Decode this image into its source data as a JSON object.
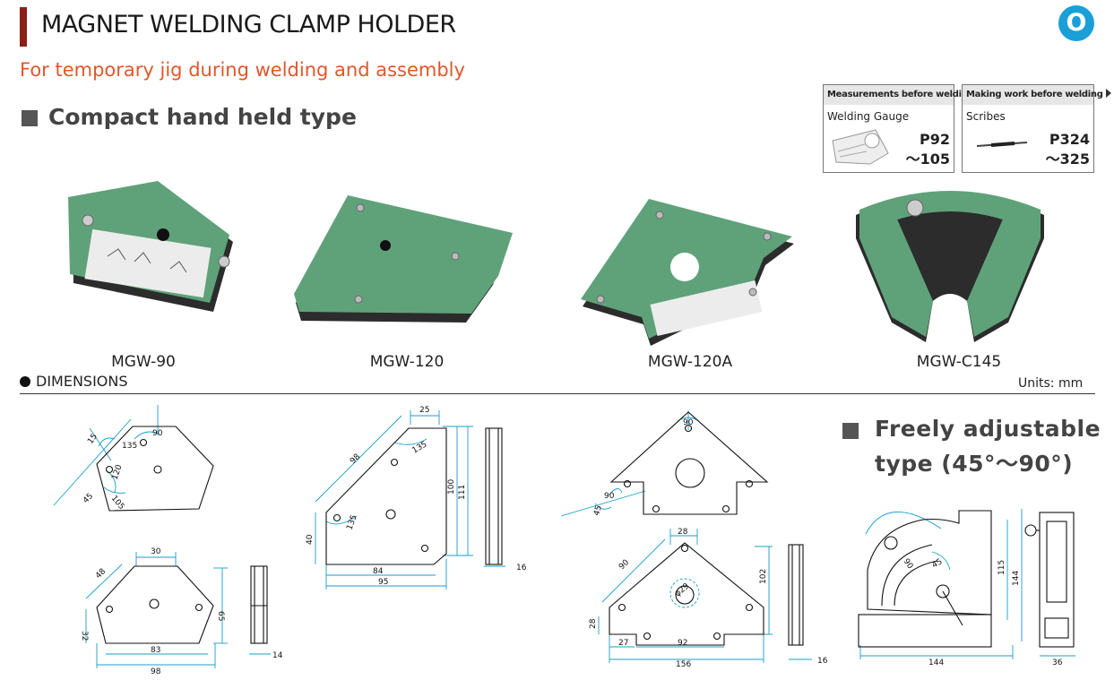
{
  "header": {
    "title": "MAGNET WELDING CLAMP HOLDER",
    "badge": "O",
    "subtitle": "For temporary jig during welding and assembly"
  },
  "section_compact": {
    "title": "Compact hand held type"
  },
  "section_adjustable": {
    "line1": "Freely adjustable",
    "line2": "type (45°～90°)"
  },
  "refs": [
    {
      "heading": "Measurements before welding",
      "item": "Welding Gauge",
      "page1": "P92",
      "page2": "～105"
    },
    {
      "heading": "Making work before welding",
      "item": "Scribes",
      "page1": "P324",
      "page2": "～325"
    }
  ],
  "products": [
    {
      "model": "MGW-90"
    },
    {
      "model": "MGW-120"
    },
    {
      "model": "MGW-120A"
    },
    {
      "model": "MGW-C145"
    }
  ],
  "dimensions": {
    "label": "DIMENSIONS",
    "units": "Units: mm",
    "mgw90": {
      "a15": "15",
      "a90": "90",
      "a135": "135",
      "a120": "120",
      "a45": "45",
      "a105": "105",
      "d30": "30",
      "d48": "48",
      "d65": "65",
      "d32": "32",
      "d83": "83",
      "d98": "98",
      "d14": "14"
    },
    "mgw120": {
      "d25": "25",
      "d98": "98",
      "a135a": "135",
      "a135b": "135",
      "d40": "40",
      "d84": "84",
      "d95": "95",
      "d100": "100",
      "d111": "111",
      "d16": "16"
    },
    "mgw120a": {
      "a90t": "90",
      "a90l": "90",
      "a45": "45",
      "d28t": "28",
      "d90": "90",
      "dphi": "φ29",
      "d102": "102",
      "d28l": "28",
      "d27": "27",
      "d92": "92",
      "d156": "156",
      "d16": "16"
    },
    "mgwc145": {
      "a90": "90",
      "a45": "45",
      "d115": "115",
      "d144v": "144",
      "d144h": "144",
      "d36": "36"
    }
  },
  "colors": {
    "magnet_green": "#5fa27a",
    "dim_cyan": "#1b9ec9",
    "title_bar": "#8a1f16",
    "subtitle": "#e0572a",
    "badge": "#1aa0d6"
  }
}
